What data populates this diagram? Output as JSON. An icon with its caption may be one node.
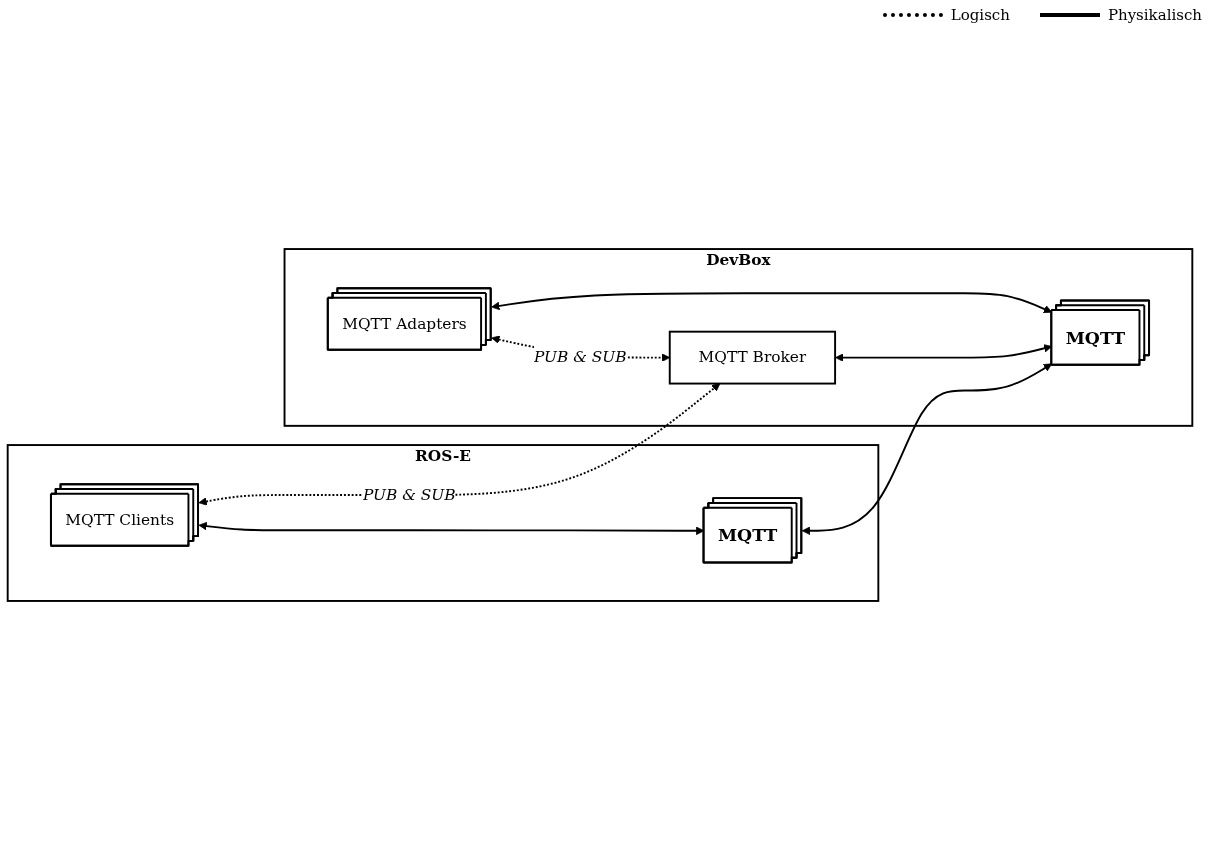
{
  "diagram": {
    "nodes": [
      {
        "text": [
          "ROS-E"
        ]
      },
      {
        "text": [
          "MQTT Clients"
        ],
        "in": 0
      },
      {
        "text": [
          "MQTT"
        ],
        "in": 0
      },
      {
        "text": [
          "DevBox"
        ]
      },
      {
        "text": [
          "MQTT Adapters"
        ],
        "in": 3
      },
      {
        "text": [
          "MQTT Broker"
        ],
        "in": 3
      },
      {
        "text": [
          "MQTT"
        ],
        "in": 3
      }
    ],
    "edges": [
      {
        "from": 1,
        "to": 2,
        "arrow": "both"
      },
      {
        "from": 1,
        "to": 5,
        "arrow": "both",
        "style": "dashed",
        "label": "PUB & SUB"
      },
      {
        "from": 4,
        "to": 5,
        "arrow": "both",
        "style": "dashed",
        "label": "PUB & SUB"
      },
      {
        "from": 5,
        "to": 6,
        "arrow": "both"
      },
      {
        "from": 4,
        "to": 6,
        "arrow": "both"
      },
      {
        "from": 2,
        "to": 6,
        "arrow": "both"
      }
    ],
    "legend": [
      {
        "text": "Logisch"
      },
      {
        "text": "Physikalisch"
      }
    ]
  }
}
